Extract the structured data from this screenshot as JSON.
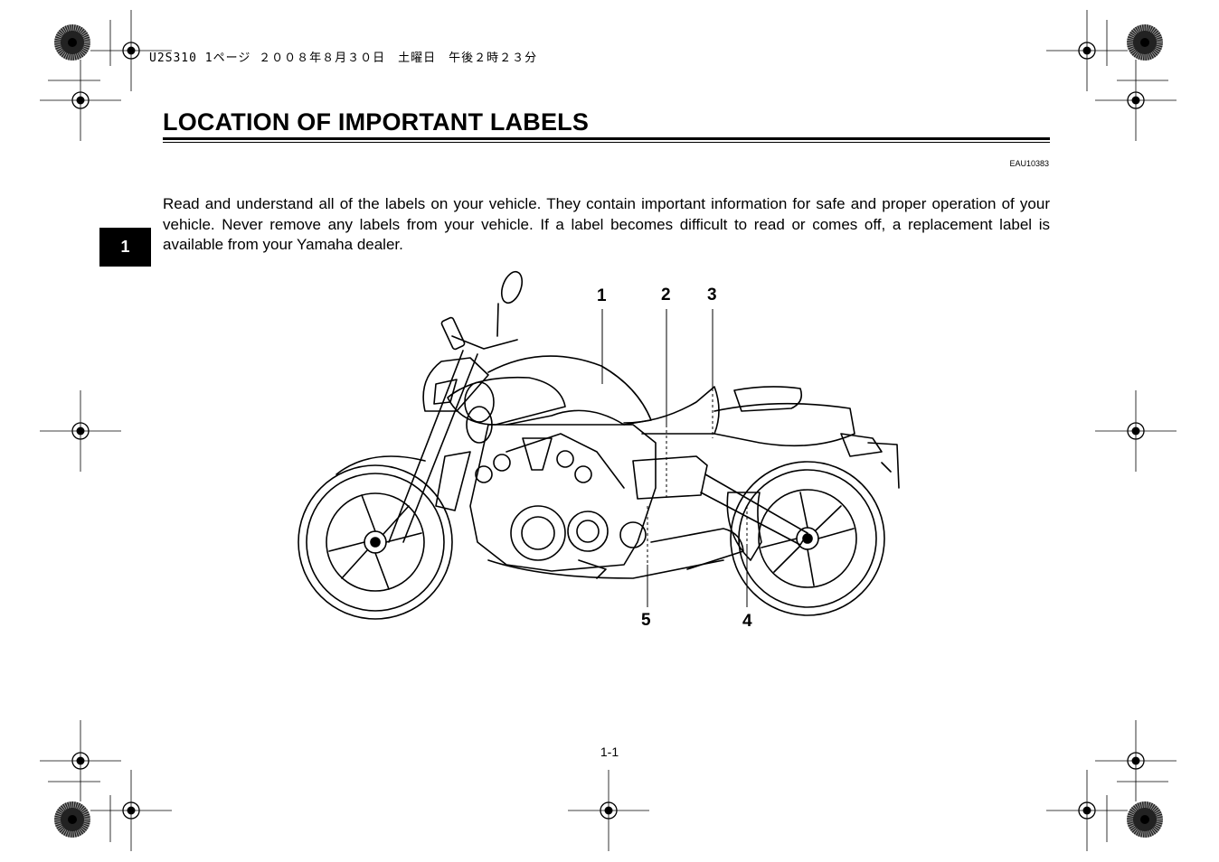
{
  "print_header": "U2S310 1ページ ２００８年８月３０日　土曜日　午後２時２３分",
  "title": "LOCATION OF IMPORTANT LABELS",
  "code": "EAU10383",
  "intro": "Read and understand all of the labels on your vehicle. They contain important information for safe and proper operation of your vehicle. Never remove any labels from your vehicle. If a label becomes difficult to read or comes off, a replacement label is available from your Yamaha dealer.",
  "chapter_tab": "1",
  "callouts": [
    "1",
    "2",
    "3",
    "4",
    "5"
  ],
  "page_number": "1-1"
}
